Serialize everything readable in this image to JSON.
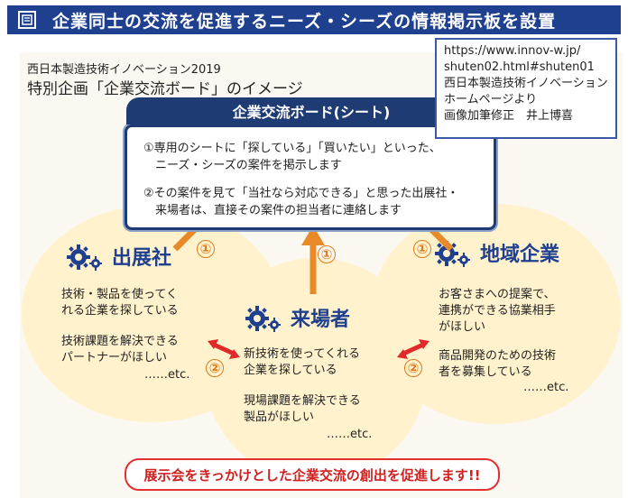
{
  "banner": {
    "title": "企業同士の交流を促進するニーズ・シーズの情報掲示板を設置"
  },
  "source": {
    "lines": [
      "https://www.innov-w.jp/",
      "shuten02.html#shuten01",
      "西日本製造技術イノベーション",
      "ホームページより",
      "画像加筆修正　井上博喜"
    ]
  },
  "subtitle": {
    "line1": "西日本製造技術イノベーション2019",
    "line2": "特別企画「企業交流ボード」のイメージ"
  },
  "board": {
    "header": "企業交流ボード(シート)",
    "item1": [
      "①専用のシートに「探している」「買いたい」といった、",
      "　ニーズ・シーズの案件を掲示します"
    ],
    "item2": [
      "②その案件を見て「当社なら対応できる」と思った出展社・",
      "　来場者は、直接その案件の担当者に連絡します"
    ]
  },
  "markers": {
    "one": "①",
    "two": "②"
  },
  "exhibitor": {
    "title": "出展社",
    "text1": [
      "技術・製品を使ってく",
      "れる企業を探している"
    ],
    "text2": [
      "技術課題を解決できる",
      "パートナーがほしい"
    ],
    "etc": "……etc."
  },
  "visitor": {
    "title": "来場者",
    "text1": [
      "新技術を使ってくれる",
      "企業を探している"
    ],
    "text2": [
      "現場課題を解決できる",
      "製品がほしい"
    ],
    "etc": "……etc."
  },
  "regional": {
    "title": "地域企業",
    "text1": [
      "お客さまへの提案で、",
      "連携ができる協業相手",
      "がほしい"
    ],
    "text2": [
      "商品開発のための技術",
      "者を募集している"
    ],
    "etc": "……etc."
  },
  "cta": {
    "text": "展示会をきっかけとした企業交流の創出を促進します!!"
  },
  "colors": {
    "banner": "#1f3f8f",
    "board": "#1f3b73",
    "blob": "#fff2cc",
    "up_arrow": "#e88a2a",
    "red_arrow": "#e02a2a",
    "title_text": "#1f3f8f",
    "cta": "#d02020"
  },
  "icons": {
    "banner": "bulletin-icon",
    "gear": "gear-icon"
  }
}
